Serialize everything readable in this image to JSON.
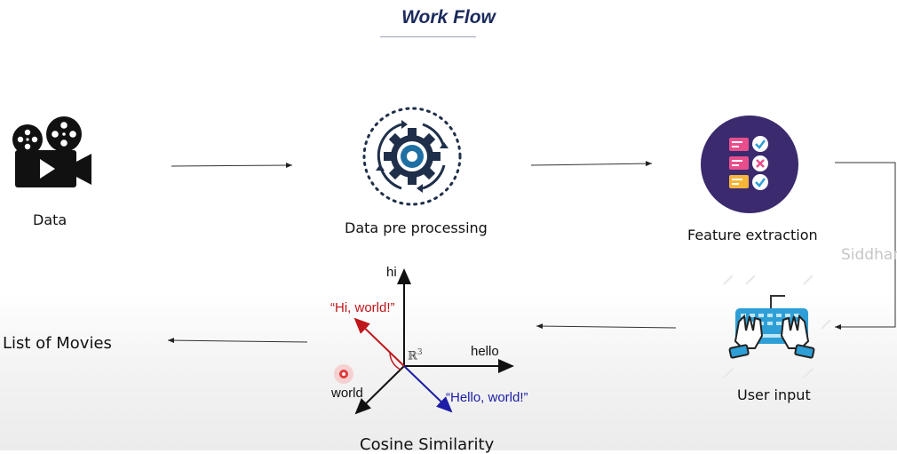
{
  "title": "Work Flow",
  "nodes": {
    "data": "Data",
    "preprocessing": "Data pre processing",
    "feature_extraction": "Feature extraction",
    "user_input": "User input",
    "cosine_similarity": "Cosine Similarity",
    "list_of_movies": "List of Movies"
  },
  "cosine_diagram": {
    "axis_y": "hi",
    "axis_x": "hello",
    "axis_z": "world",
    "space": "ℝ",
    "space_exp": "3",
    "vector_red": "“Hi, world!”",
    "vector_blue": "“Hello, world!”"
  },
  "watermark": "Siddhar",
  "colors": {
    "title": "#1b2a5c",
    "gear_blue": "#1f6fa3",
    "feature_circle": "#3b2a6e",
    "vector_red": "#c0161b",
    "vector_blue": "#1c1ca6",
    "keyboard_blue": "#2e9fd6"
  },
  "icons": [
    "movie-camera-icon",
    "gear-cycle-icon",
    "checklist-icon",
    "keyboard-hands-icon",
    "pointer-dot-icon"
  ]
}
